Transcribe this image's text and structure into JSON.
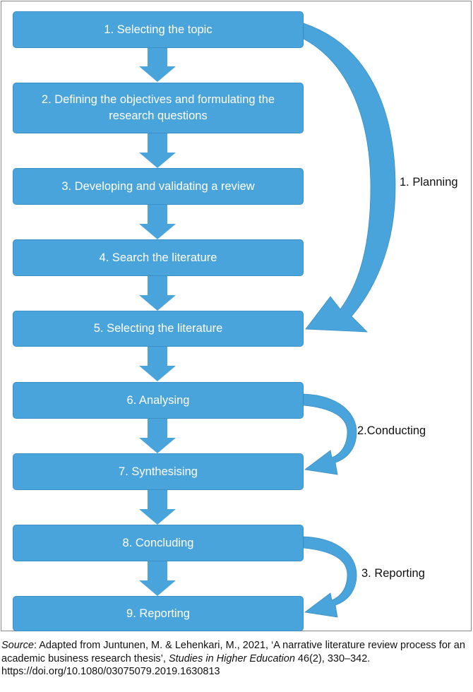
{
  "steps": [
    {
      "label": "1. Selecting the topic"
    },
    {
      "label": "2. Defining the objectives and formulating the research questions"
    },
    {
      "label": "3. Developing and validating a review"
    },
    {
      "label": "4. Search the literature"
    },
    {
      "label": "5. Selecting the literature"
    },
    {
      "label": "6. Analysing"
    },
    {
      "label": "7. Synthesising"
    },
    {
      "label": "8. Concluding"
    },
    {
      "label": "9. Reporting"
    }
  ],
  "phases": [
    {
      "label": "1. Planning",
      "from_step": 1,
      "to_step": 5
    },
    {
      "label": "2.Conducting",
      "from_step": 6,
      "to_step": 7
    },
    {
      "label": "3. Reporting",
      "from_step": 8,
      "to_step": 9
    }
  ],
  "colors": {
    "box_fill": "#4aa4dc",
    "box_border": "#3a8fc6",
    "arrow_fill": "#4aa4dc",
    "text": "#ffffff"
  },
  "source": {
    "prefix": "Source",
    "text1": ": Adapted from Juntunen, M. & Lehenkari, M., 2021, ‘A narrative literature review process for an academic business research thesis’, ",
    "journal": "Studies in Higher Education",
    "text2": " 46(2), 330–342. https://doi.org/10.1080/03075079.2019.1630813"
  }
}
